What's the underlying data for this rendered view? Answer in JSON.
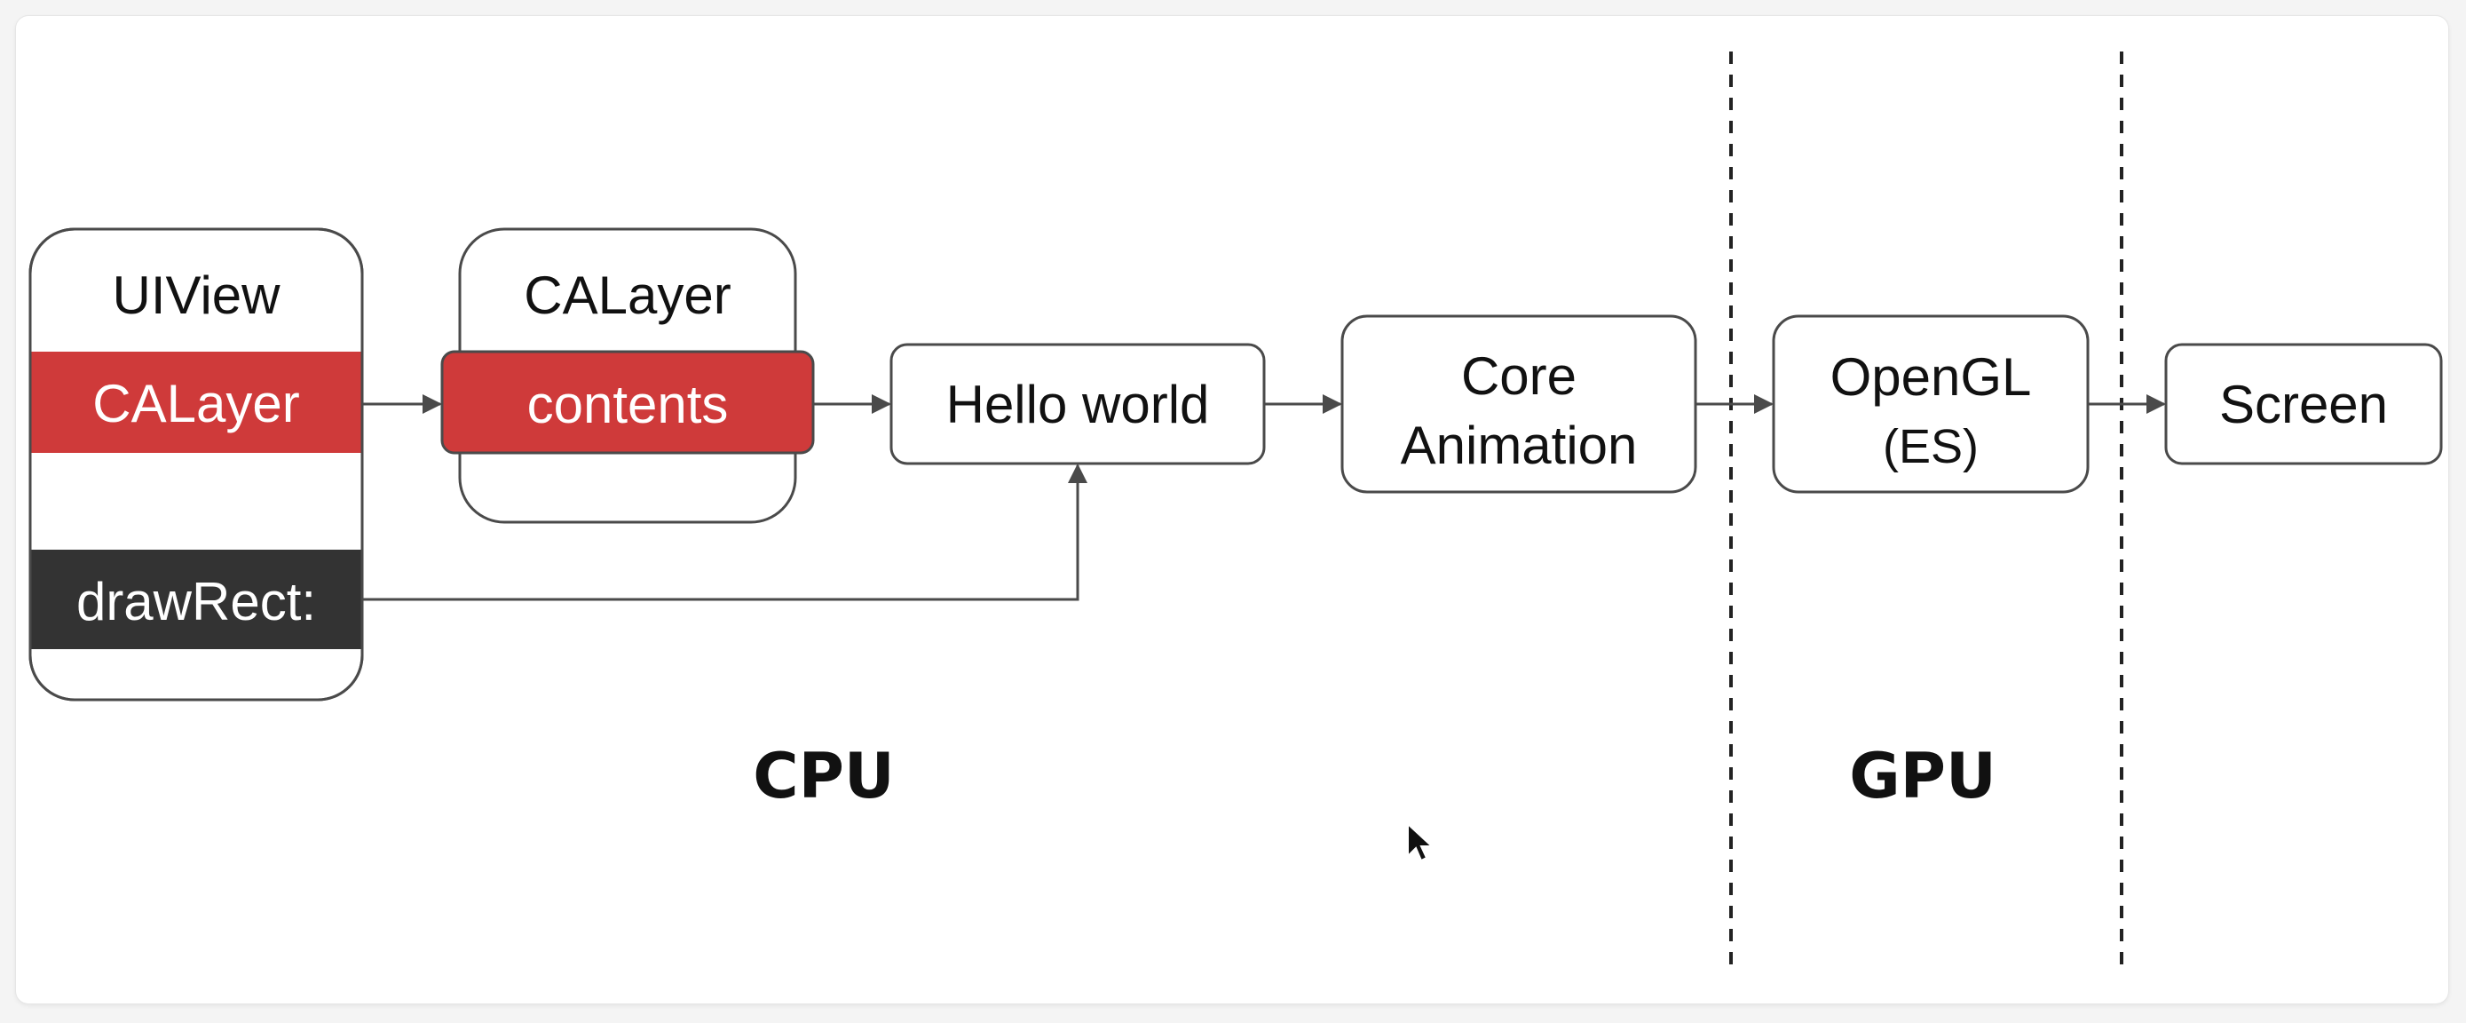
{
  "diagram": {
    "uiview": {
      "title": "UIView",
      "layer_label": "CALayer",
      "draw_label": "drawRect:"
    },
    "calayer": {
      "title": "CALayer",
      "contents_label": "contents"
    },
    "hello_world": {
      "label": "Hello world"
    },
    "core_animation": {
      "line1": "Core",
      "line2": "Animation"
    },
    "opengl": {
      "line1": "OpenGL",
      "line2": "(ES)"
    },
    "screen": {
      "label": "Screen"
    },
    "regions": {
      "cpu": "CPU",
      "gpu": "GPU"
    },
    "colors": {
      "accent_red": "#cf3a3a",
      "dark_bar": "#333333",
      "stroke": "#4a4a4a"
    }
  }
}
